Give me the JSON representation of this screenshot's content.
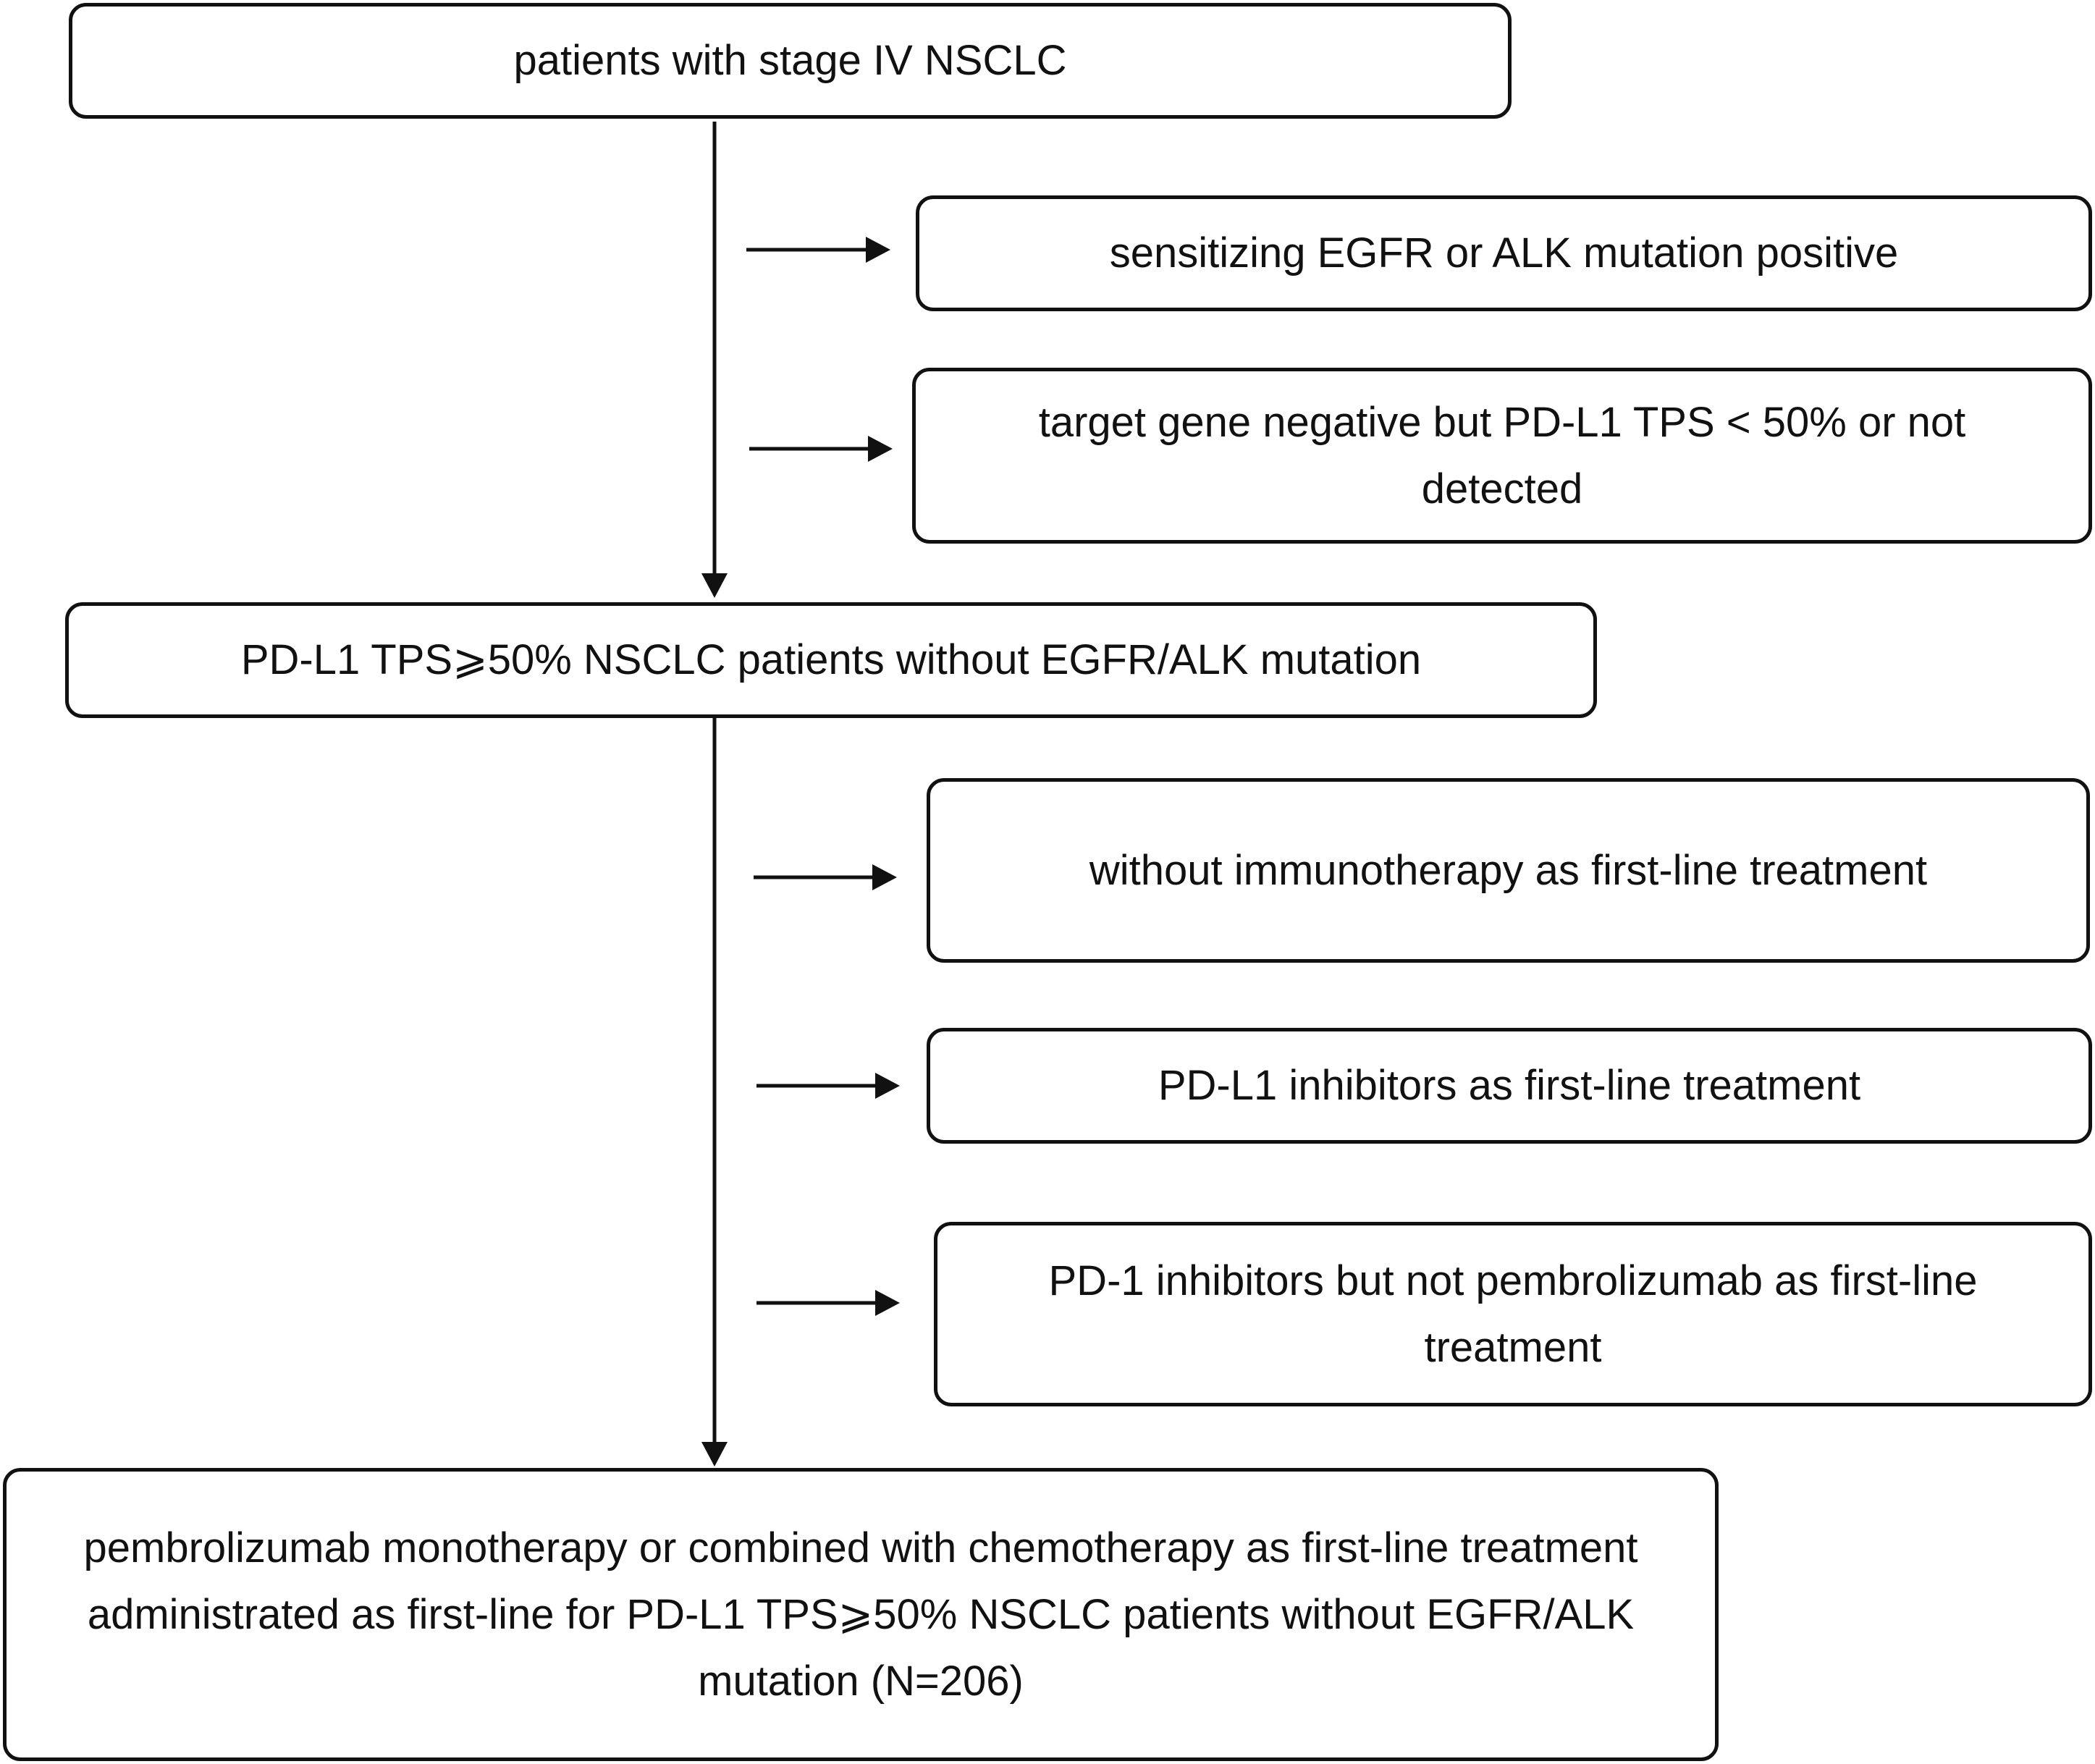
{
  "flowchart": {
    "start": "patients with stage IV NSCLC",
    "excluded_1": "sensitizing EGFR or ALK mutation positive",
    "excluded_2": "target gene negative but PD-L1 TPS < 50% or not detected",
    "middle": "PD-L1 TPS⩾50% NSCLC patients without EGFR/ALK mutation",
    "excluded_3": "without immunotherapy as first-line treatment",
    "excluded_4": "PD-L1 inhibitors as first-line treatment",
    "excluded_5": "PD-1 inhibitors but not pembrolizumab as first-line treatment",
    "final": "pembrolizumab monotherapy or combined with chemotherapy as first-line treatment administrated as first-line for PD-L1 TPS⩾50% NSCLC patients without EGFR/ALK mutation (N=206)"
  },
  "colors": {
    "stroke": "#111111",
    "background": "#ffffff"
  }
}
